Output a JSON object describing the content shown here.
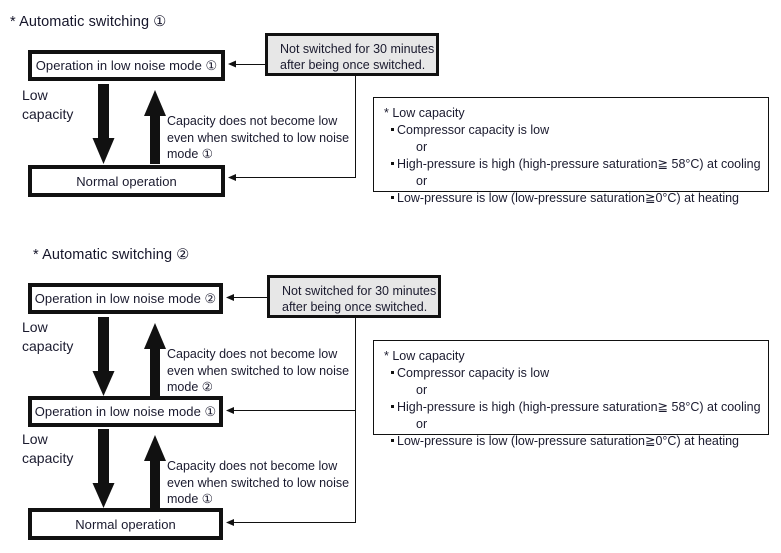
{
  "sections": [
    {
      "title": "* Automatic switching ①",
      "boxes": [
        {
          "label": "Operation in low noise mode ①"
        },
        {
          "label": "Normal operation"
        }
      ],
      "down_label": "Low\ncapacity",
      "down_label_line1": "Low",
      "down_label_line2": "capacity",
      "up_label_line1": "Capacity does not become low",
      "up_label_line2": "even when switched to low noise",
      "up_label_line3": "mode ①",
      "callout": {
        "line1": "Not switched for 30 minutes",
        "line2": "after being once switched."
      },
      "legend": {
        "head": "* Low capacity",
        "item1": "Compressor capacity is low",
        "or1": "or",
        "item2": "High-pressure is high (high-pressure saturation≧ 58°C) at cooling",
        "or2": "or",
        "item3": "Low-pressure is low (low-pressure saturation≧0°C) at heating"
      }
    },
    {
      "title": "* Automatic switching ②",
      "boxes": [
        {
          "label": "Operation in low noise mode ②"
        },
        {
          "label": "Operation in low noise mode ①"
        },
        {
          "label": "Normal operation"
        }
      ],
      "down_label_1_line1": "Low",
      "down_label_1_line2": "capacity",
      "down_label_2_line1": "Low",
      "down_label_2_line2": "capacity",
      "up_label_1_line1": "Capacity does not become low",
      "up_label_1_line2": "even when switched to low noise",
      "up_label_1_line3": "mode ②",
      "up_label_2_line1": "Capacity does not become low",
      "up_label_2_line2": "even when switched to low noise",
      "up_label_2_line3": "mode ①",
      "callout": {
        "line1": "Not switched for 30 minutes",
        "line2": "after being once switched."
      },
      "legend": {
        "head": "* Low capacity",
        "item1": "Compressor capacity is low",
        "or1": "or",
        "item2": "High-pressure is high (high-pressure saturation≧ 58°C) at cooling",
        "or2": "or",
        "item3": "Low-pressure is low (low-pressure saturation≧0°C) at heating"
      }
    }
  ],
  "colors": {
    "line": "#111111",
    "callout_fill": "#e7e7e7",
    "text": "#1a1a2e",
    "page_bg": "#ffffff"
  }
}
